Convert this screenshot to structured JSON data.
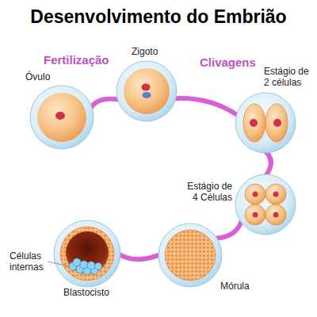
{
  "diagram": {
    "title": "Desenvolvimento do Embrião",
    "nodes": [
      {
        "text": [
          "Óvulo"
        ]
      },
      {
        "text": [
          "Zigoto"
        ]
      },
      {
        "text": [
          "Estágio de 2 células"
        ]
      },
      {
        "text": [
          "Estágio de 4 Células"
        ]
      },
      {
        "text": [
          "Mórula"
        ]
      },
      {
        "text": [
          "Blastocisto"
        ]
      }
    ],
    "edges": [
      {
        "from": 0,
        "to": 1,
        "arrow": "none"
      },
      {
        "from": 1,
        "to": 2,
        "arrow": "none"
      },
      {
        "from": 2,
        "to": 3,
        "arrow": "none"
      },
      {
        "from": 3,
        "to": 4,
        "arrow": "none"
      },
      {
        "from": 4,
        "to": 5,
        "arrow": "none"
      }
    ],
    "labels": [
      "Fertilização",
      "Clivagens",
      "Células internas"
    ]
  }
}
